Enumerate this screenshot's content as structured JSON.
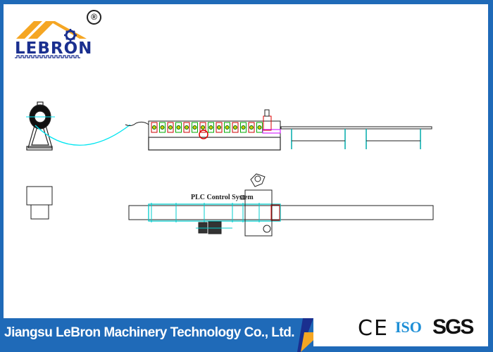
{
  "brand": {
    "logo_text": "LEBRON",
    "registered_mark": "®",
    "colors": {
      "frame": "#1f6ab8",
      "logo_roof": "#f5a623",
      "logo_text": "#1a2f8f",
      "drawing_cyan": "#00e5f0"
    }
  },
  "drawing": {
    "plc_label": "PLC Control System"
  },
  "footer": {
    "company_name": "Jiangsu LeBron Machinery Technology Co., Ltd.",
    "certifications": [
      "CE",
      "ISO",
      "SGS"
    ]
  }
}
